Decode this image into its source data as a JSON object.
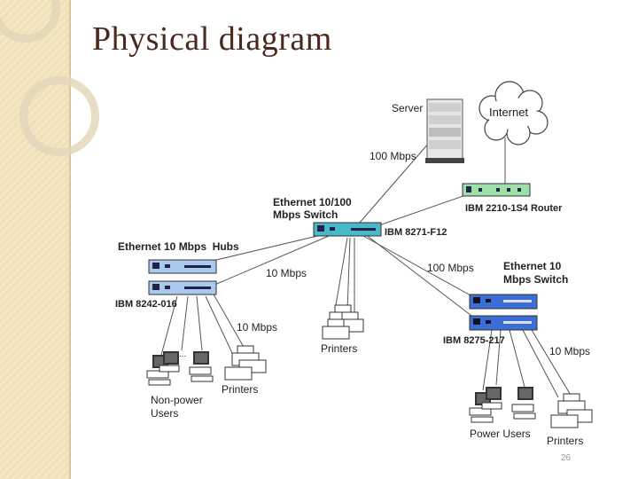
{
  "slide": {
    "title": "Physical diagram",
    "page_number": "26"
  },
  "diagram": {
    "server_label": "Server",
    "internet_label": "Internet",
    "server_link_label": "100 Mbps",
    "router_label": "IBM 2210-1S4 Router",
    "switch_title": "Ethernet 10/100 Mbps Switch",
    "switch_model": "IBM 8271-F12",
    "hubs_title": "Ethernet 10 Mbps  Hubs",
    "hubs_model": "IBM 8242-016",
    "hub_link_label": "10 Mbps",
    "hub_users_link_label": "10 Mbps",
    "nonpower_users_label": "Non-power Users",
    "ellipsis": "...",
    "printers_hub_label": "Printers",
    "printers_center_label": "Printers",
    "switch10_link_label": "100 Mbps",
    "switch10_title": "Ethernet 10 Mbps Switch",
    "switch10_model": "IBM 8275-217",
    "switch10_users_link_label": "10 Mbps",
    "power_users_label": "Power Users",
    "printers_right_label": "Printers"
  },
  "colors": {
    "title": "#4a2a1e",
    "router": "#9ce0a8",
    "switch": "#49b8c8",
    "hub": "#a9c9ef",
    "switch10": "#3b6fd6"
  }
}
